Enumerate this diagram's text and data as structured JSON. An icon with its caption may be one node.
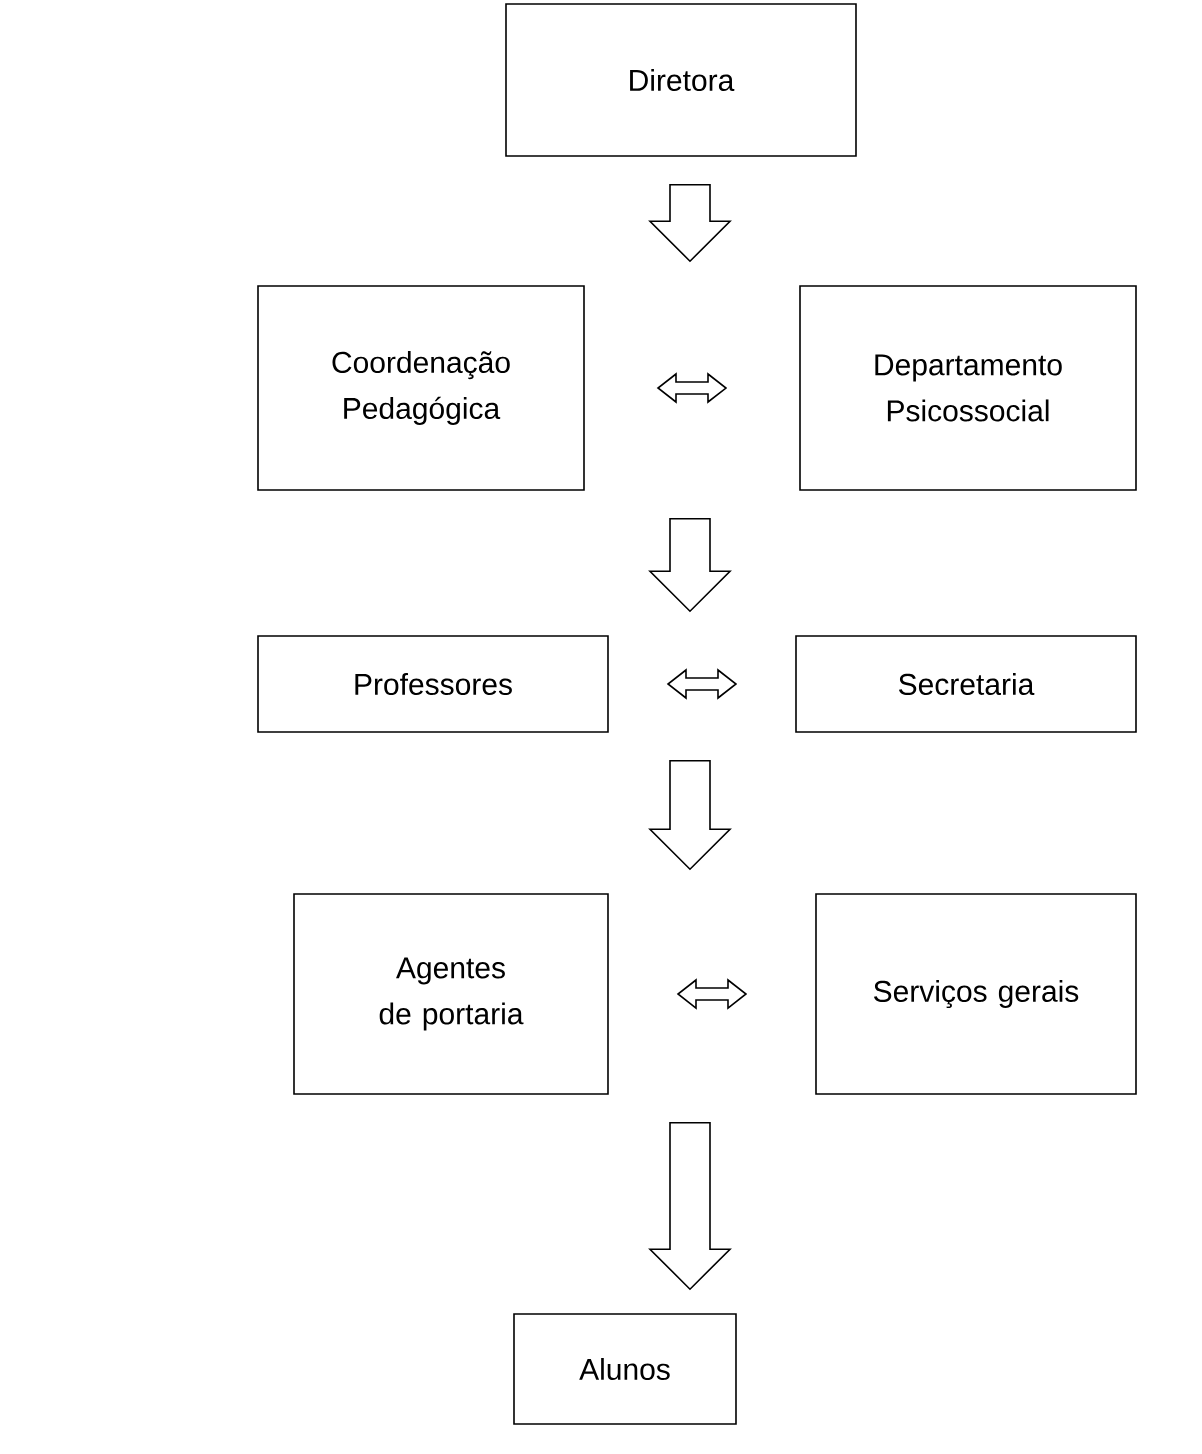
{
  "diagram": {
    "nodes": [
      {
        "text": [
          "Diretora"
        ]
      },
      {
        "text": [
          "Coordenação Pedagógica"
        ]
      },
      {
        "text": [
          "Departamento Psicossocial"
        ]
      },
      {
        "text": [
          "Professores"
        ]
      },
      {
        "text": [
          "Secretaria"
        ]
      },
      {
        "text": [
          "Agentes de portaria"
        ]
      },
      {
        "text": [
          "Serviços gerais"
        ]
      },
      {
        "text": [
          "Alunos"
        ]
      }
    ],
    "edges": [
      {
        "from": 0,
        "to": 1,
        "arrow": "to"
      },
      {
        "from": 1,
        "to": 2,
        "arrow": "both"
      },
      {
        "from": 1,
        "to": 3,
        "arrow": "to"
      },
      {
        "from": 3,
        "to": 4,
        "arrow": "both"
      },
      {
        "from": 3,
        "to": 5,
        "arrow": "to"
      },
      {
        "from": 5,
        "to": 6,
        "arrow": "both"
      },
      {
        "from": 5,
        "to": 7,
        "arrow": "to"
      }
    ]
  }
}
